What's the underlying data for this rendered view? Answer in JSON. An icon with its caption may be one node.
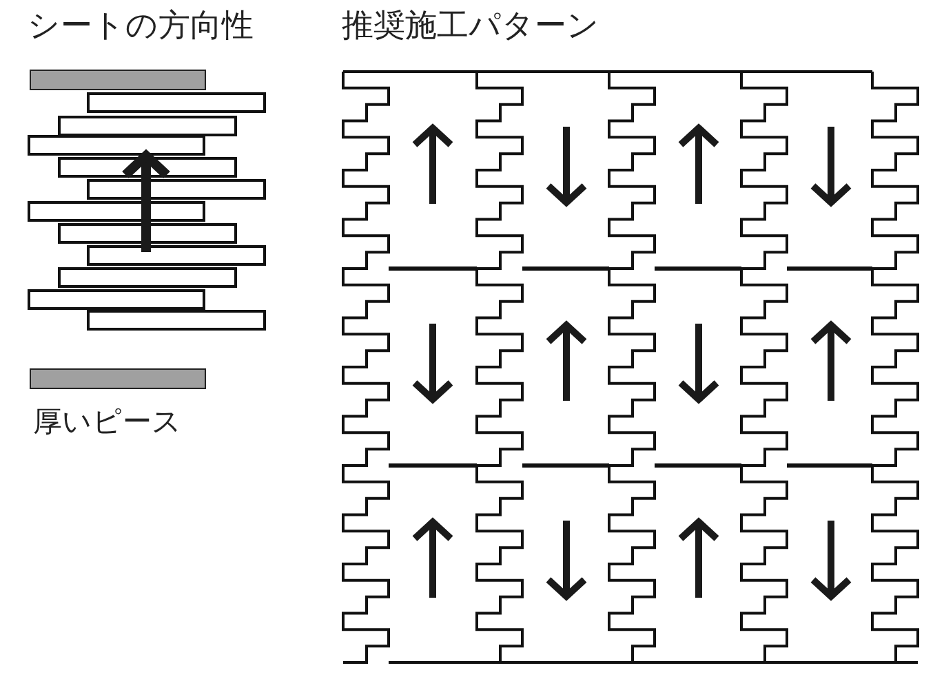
{
  "diagram": {
    "labels": [
      "シートの方向性",
      "推奨施工パターン",
      "厚いピース"
    ]
  }
}
